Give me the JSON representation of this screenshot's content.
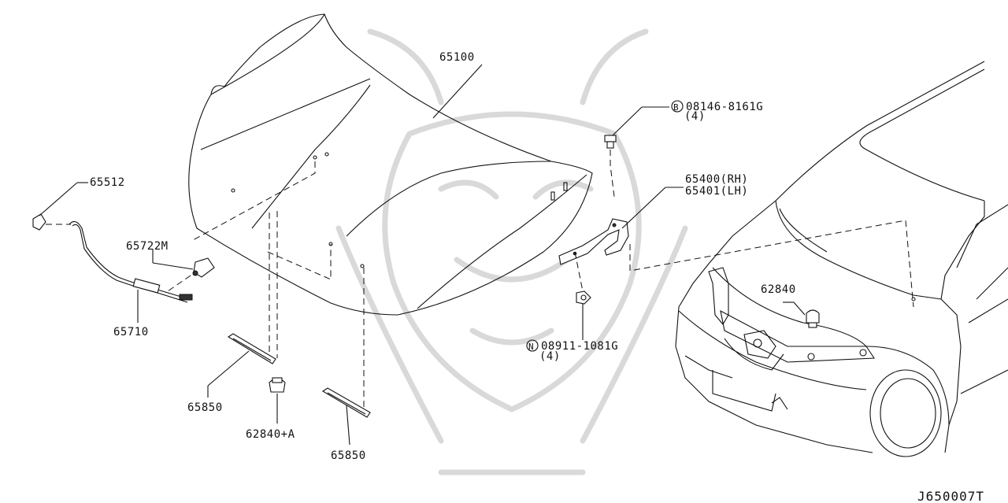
{
  "labels": {
    "hood": "65100",
    "hood_lock_bolt_label": "08146-8161G",
    "hood_lock_bolt_prefix": "B",
    "hood_lock_bolt_qty": "(4)",
    "hinge_rh": "65400(RH)",
    "hinge_lh": "65401(LH)",
    "clip": "65512",
    "rod_holder": "65722M",
    "support_rod": "65710",
    "seal_left": "65850",
    "seal_right": "65850",
    "bumper_rubber": "62840+A",
    "nut_label": "08911-1081G",
    "nut_prefix": "N",
    "nut_qty": "(4)",
    "bumper_stop": "62840"
  },
  "diagram_ref": "J650007T"
}
